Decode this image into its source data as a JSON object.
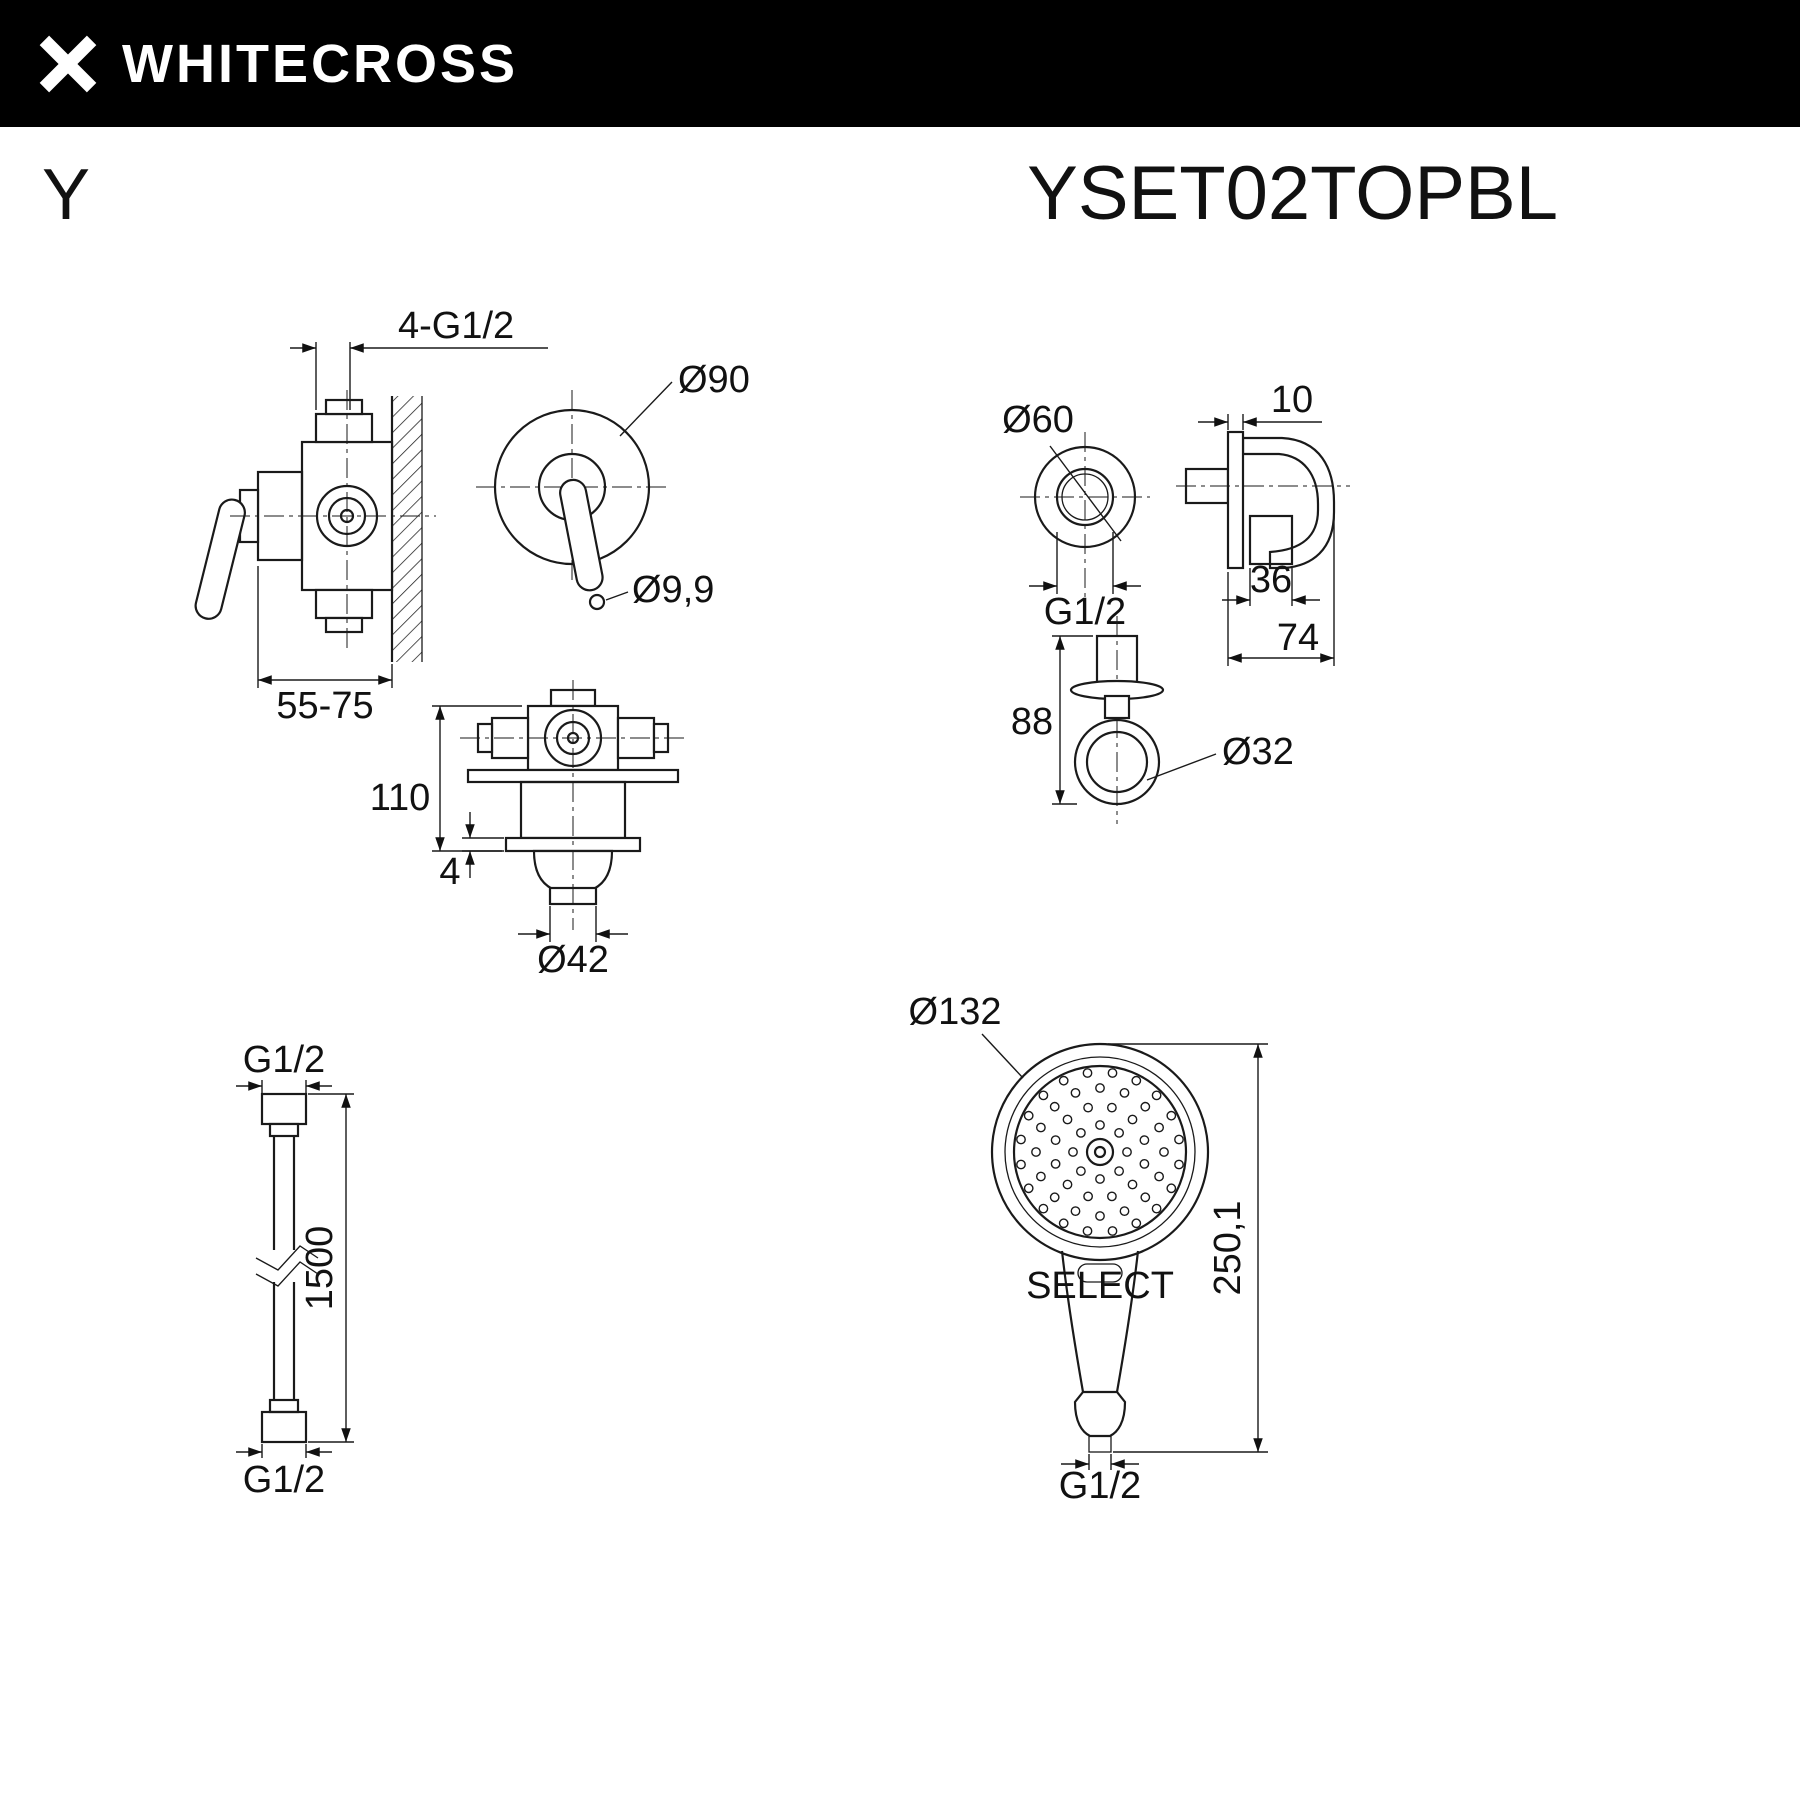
{
  "header": {
    "brand": "WHITECROSS"
  },
  "title": {
    "series": "Y",
    "model": "YSET02TOPBL"
  },
  "dimensions": {
    "mixer_side": {
      "ports": "4-G1/2",
      "depth": "55-75"
    },
    "mixer_front": {
      "escutcheon": "Ø90",
      "pin": "Ø9,9"
    },
    "mixer_bottom": {
      "height": "110",
      "plate": "4",
      "spout": "Ø42"
    },
    "outlet_front": {
      "escutcheon": "Ø60",
      "thread": "G1/2"
    },
    "outlet_side": {
      "plate": "10",
      "nut": "36",
      "depth": "74"
    },
    "outlet_bottom": {
      "height": "88",
      "hook": "Ø32"
    },
    "hose": {
      "top_thread": "G1/2",
      "length": "1500",
      "bottom_thread": "G1/2"
    },
    "hand_shower": {
      "head": "Ø132",
      "length": "250,1",
      "thread": "G1/2",
      "button": "SELECT"
    }
  }
}
